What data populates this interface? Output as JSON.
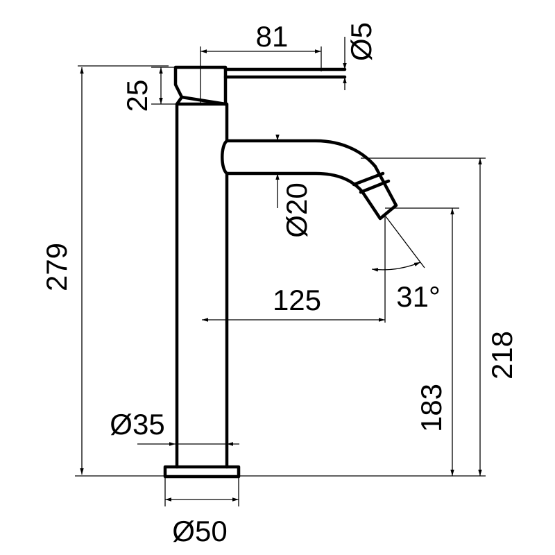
{
  "drawing": {
    "dimensions": {
      "handle_length": "81",
      "lever_diameter": "Ø5",
      "handle_height": "25",
      "total_height": "279",
      "spout_diameter": "Ø20",
      "spout_angle": "31°",
      "spout_reach": "125",
      "spout_top_height": "218",
      "outlet_height": "183",
      "body_diameter": "Ø35",
      "base_diameter": "Ø50"
    },
    "colors": {
      "line": "#000000",
      "background": "#ffffff"
    }
  }
}
